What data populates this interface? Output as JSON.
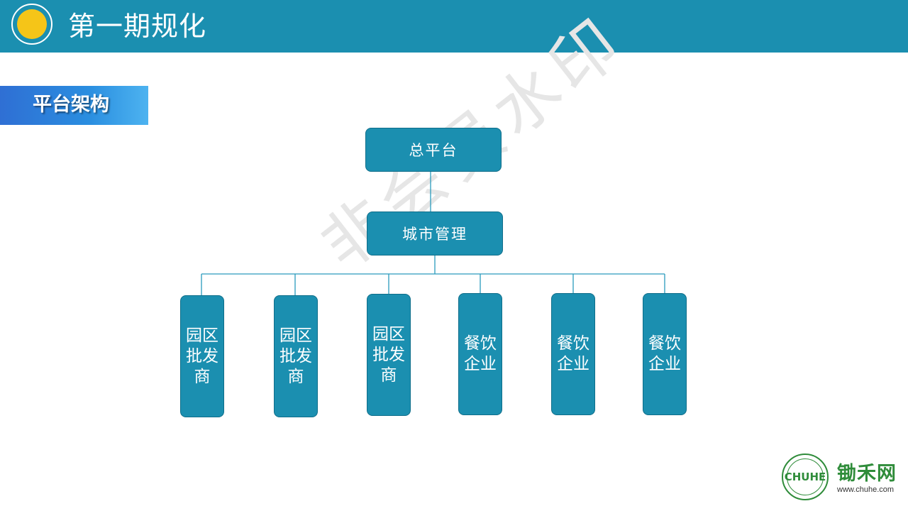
{
  "header": {
    "title": "第一期规化"
  },
  "section": {
    "label": "平台架构"
  },
  "watermark": {
    "text": "非会员水印"
  },
  "diagram": {
    "root": "总平台",
    "level2": "城市管理",
    "leaves": [
      "园区批发商",
      "园区批发商",
      "园区批发商",
      "餐饮企业",
      "餐饮企业",
      "餐饮企业"
    ]
  },
  "brand": {
    "logo_text": "CHUHE",
    "name": "锄禾网",
    "url": "www.chuhe.com"
  },
  "colors": {
    "header": "#1b8fb0",
    "node": "#1b8fb0",
    "sun": "#f5c518",
    "brand": "#2f8c3a"
  }
}
